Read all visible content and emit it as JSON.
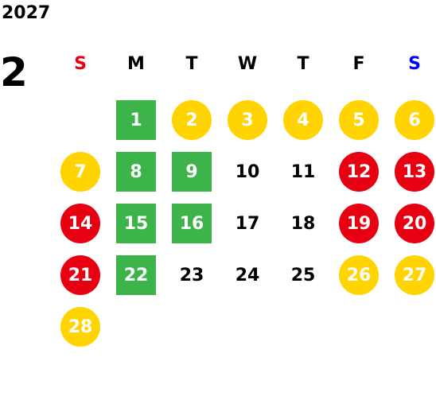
{
  "year": "2027",
  "month": "2",
  "colors": {
    "sunday": "#E60012",
    "saturday": "#0000FF",
    "yellow": "#FFD400",
    "red": "#E60012",
    "green": "#3CB44A"
  },
  "weekdays": [
    "S",
    "M",
    "T",
    "W",
    "T",
    "F",
    "S"
  ],
  "days": [
    {
      "day": "1",
      "style": "green"
    },
    {
      "day": "2",
      "style": "yellow"
    },
    {
      "day": "3",
      "style": "yellow"
    },
    {
      "day": "4",
      "style": "yellow"
    },
    {
      "day": "5",
      "style": "yellow"
    },
    {
      "day": "6",
      "style": "yellow"
    },
    {
      "day": "7",
      "style": "yellow"
    },
    {
      "day": "8",
      "style": "green"
    },
    {
      "day": "9",
      "style": "green"
    },
    {
      "day": "10",
      "style": "plain"
    },
    {
      "day": "11",
      "style": "plain"
    },
    {
      "day": "12",
      "style": "red"
    },
    {
      "day": "13",
      "style": "red"
    },
    {
      "day": "14",
      "style": "red"
    },
    {
      "day": "15",
      "style": "green"
    },
    {
      "day": "16",
      "style": "green"
    },
    {
      "day": "17",
      "style": "plain"
    },
    {
      "day": "18",
      "style": "plain"
    },
    {
      "day": "19",
      "style": "red"
    },
    {
      "day": "20",
      "style": "red"
    },
    {
      "day": "21",
      "style": "red"
    },
    {
      "day": "22",
      "style": "green"
    },
    {
      "day": "23",
      "style": "plain"
    },
    {
      "day": "24",
      "style": "plain"
    },
    {
      "day": "25",
      "style": "plain"
    },
    {
      "day": "26",
      "style": "yellow"
    },
    {
      "day": "27",
      "style": "yellow"
    },
    {
      "day": "28",
      "style": "yellow"
    }
  ]
}
